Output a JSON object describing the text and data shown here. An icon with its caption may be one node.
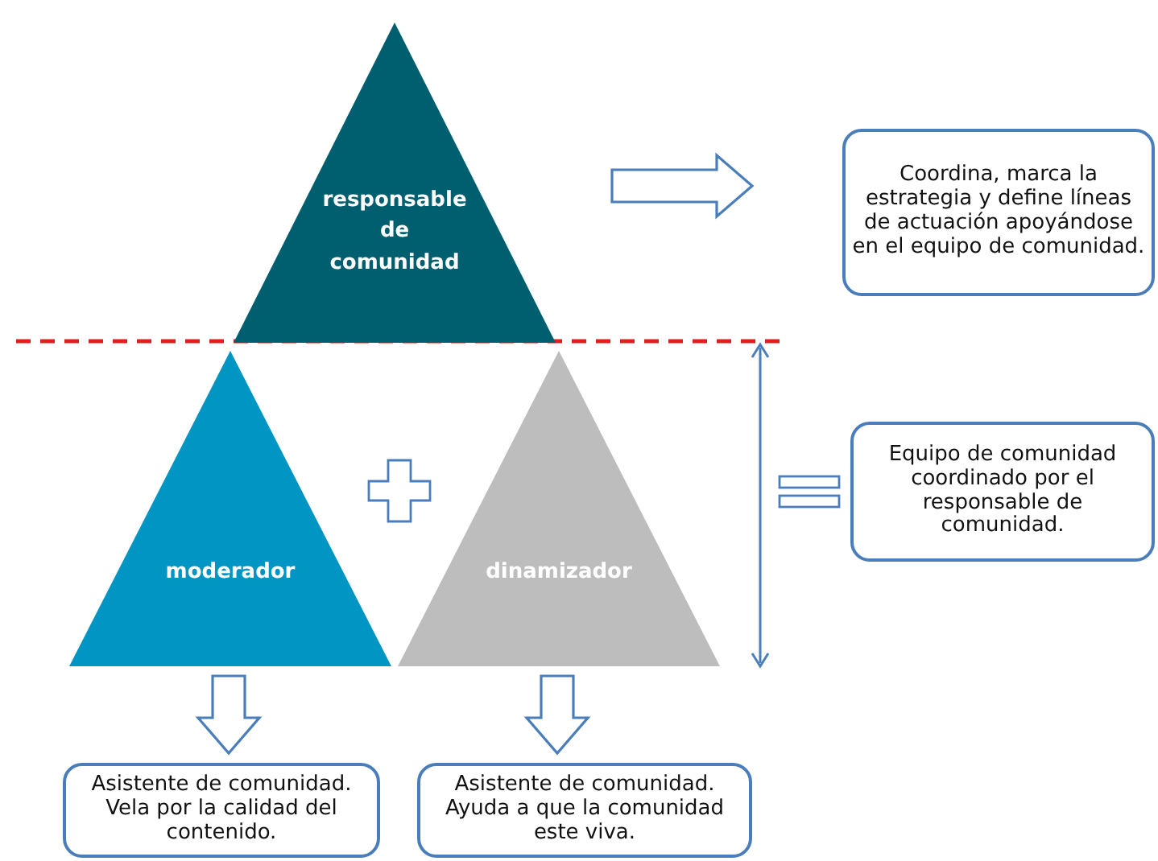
{
  "diagram": {
    "nodes": [
      {
        "text": [
          "responsable de comunidad"
        ]
      },
      {
        "text": [
          "Coordina, marca la estrategia y define líneas de actuación apoyándose en el equipo de comunidad."
        ]
      },
      {
        "text": [
          "moderador"
        ]
      },
      {
        "text": [
          "dinamizador"
        ]
      },
      {
        "text": [
          "Equipo de comunidad coordinado por el responsable de comunidad."
        ]
      },
      {
        "text": [
          "Asistente de comunidad. Vela por la calidad del contenido."
        ]
      },
      {
        "text": [
          "Asistente de comunidad. Ayuda a que la comunidad este viva."
        ]
      }
    ],
    "edges": [
      {
        "from": 0,
        "to": 1,
        "arrow": "to"
      },
      {
        "from": 2,
        "to": 5,
        "arrow": "to"
      },
      {
        "from": 3,
        "to": 6,
        "arrow": "to"
      }
    ]
  }
}
